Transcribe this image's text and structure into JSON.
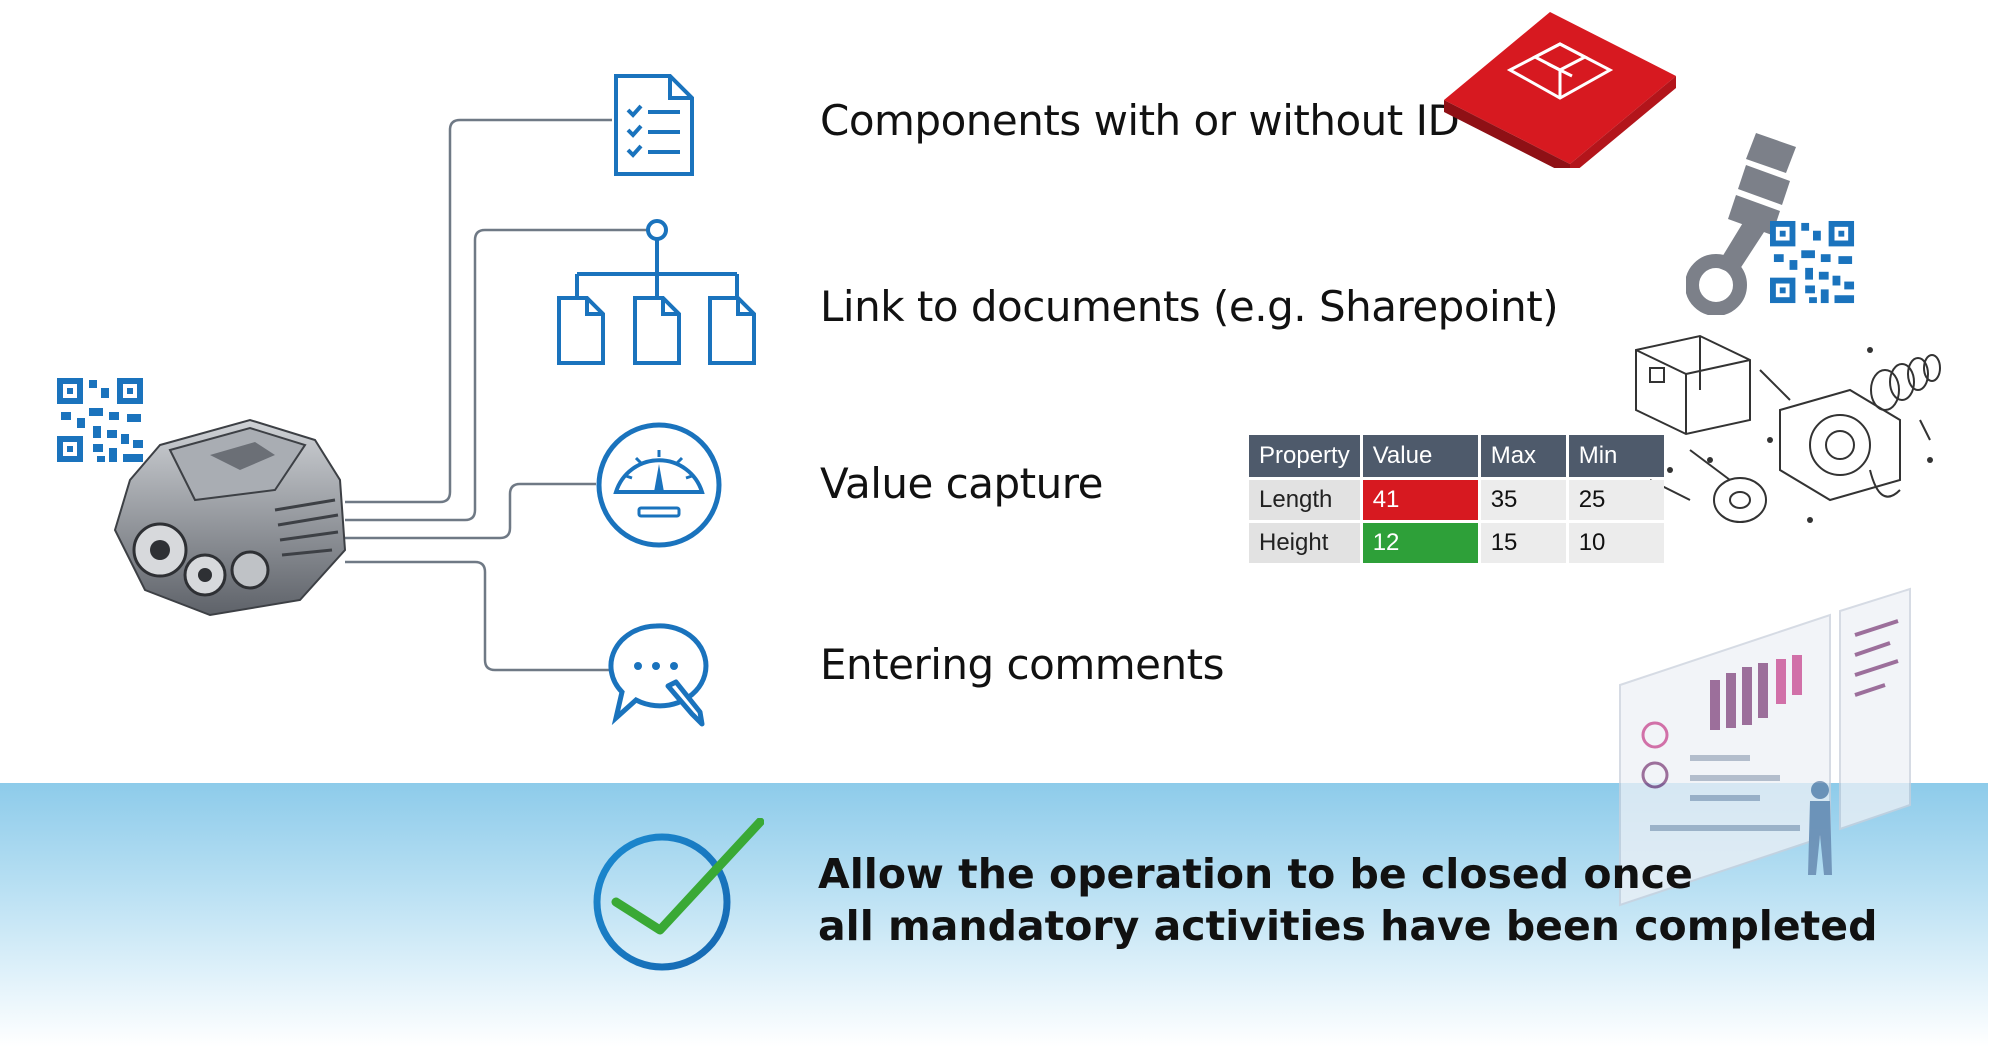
{
  "features": [
    {
      "label": "Components with or without ID",
      "icon": "checklist-document-icon"
    },
    {
      "label": "Link to documents (e.g. Sharepoint)",
      "icon": "document-tree-icon"
    },
    {
      "label": "Value capture",
      "icon": "gauge-icon"
    },
    {
      "label": "Entering comments",
      "icon": "comment-edit-icon"
    }
  ],
  "value_table": {
    "headers": [
      "Property",
      "Value",
      "Max",
      "Min"
    ],
    "rows": [
      {
        "property": "Length",
        "value": "41",
        "max": "35",
        "min": "25",
        "status": "out-of-range"
      },
      {
        "property": "Height",
        "value": "12",
        "max": "15",
        "min": "10",
        "status": "in-range"
      }
    ]
  },
  "closing": {
    "line1": "Allow the operation to be closed once",
    "line2": "all mandatory activities have been completed"
  },
  "colors": {
    "icon_blue": "#1a73bd",
    "line_gray": "#6f7985",
    "band_blue": "#8dcbea",
    "check_green": "#3aa935",
    "red": "#d71920",
    "green": "#2ea039",
    "table_header": "#4e5a6b"
  }
}
